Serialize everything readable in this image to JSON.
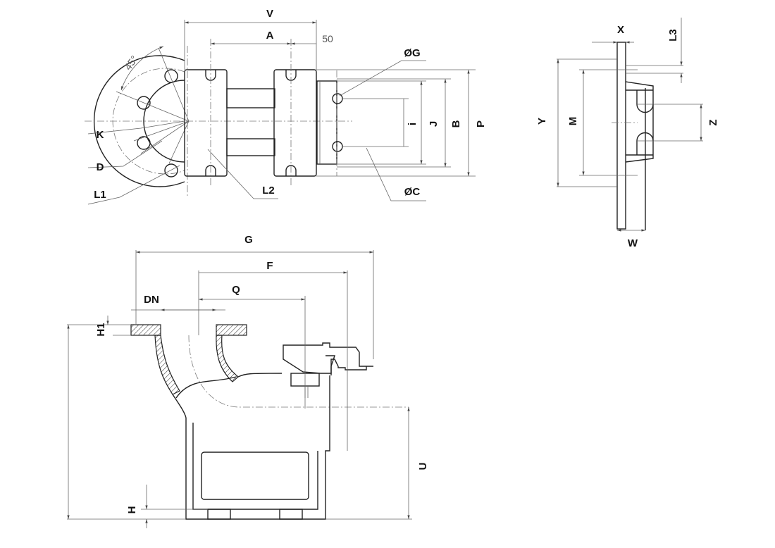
{
  "top_view": {
    "labels": {
      "V": "V",
      "A": "A",
      "fifty": "50",
      "angle": "45°",
      "G_dia": "ØG",
      "C_dia": "ØC",
      "K": "K",
      "D": "D",
      "L1": "L1",
      "L2": "L2",
      "i": "i",
      "J": "J",
      "B": "B",
      "P": "P"
    }
  },
  "side_view": {
    "labels": {
      "X": "X",
      "L3": "L3",
      "Y": "Y",
      "M": "M",
      "Z": "Z",
      "W": "W"
    }
  },
  "front_view": {
    "labels": {
      "G": "G",
      "F": "F",
      "Q": "Q",
      "DN": "DN",
      "H1": "H1",
      "H": "H",
      "U": "U"
    }
  },
  "colors": {
    "line": "#222222",
    "dimension": "#666666",
    "hatch": "#333333"
  }
}
